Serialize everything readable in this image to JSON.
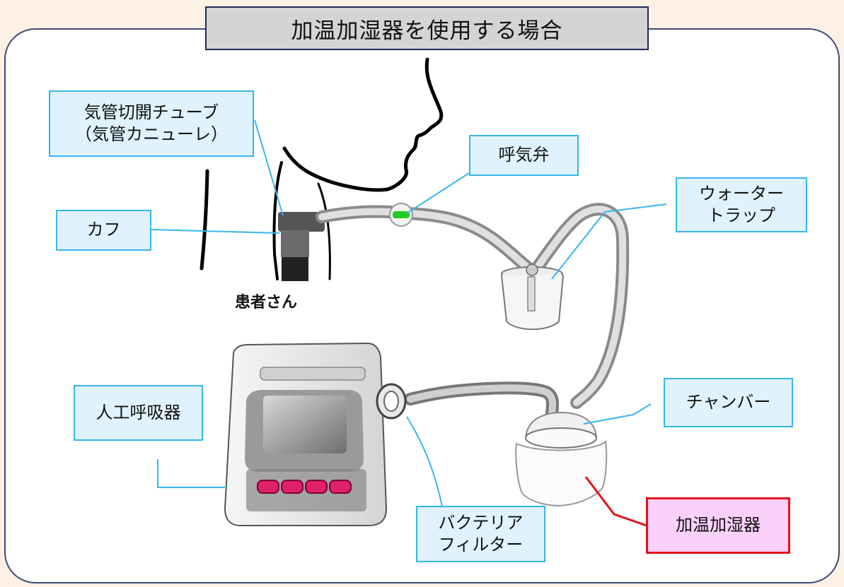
{
  "title": "加温加湿器を使用する場合",
  "labels": {
    "tracheostomy_tube_line1": "気管切開チューブ",
    "tracheostomy_tube_line2": "（気管カニューレ）",
    "cuff": "カフ",
    "patient": "患者さん",
    "expiratory_valve": "呼気弁",
    "water_trap_line1": "ウォーター",
    "water_trap_line2": "トラップ",
    "ventilator": "人工呼吸器",
    "chamber": "チャンバー",
    "bacteria_filter_line1": "バクテリア",
    "bacteria_filter_line2": "フィルター",
    "humidifier": "加温加湿器"
  },
  "colors": {
    "background": "#fdf1e6",
    "panel_border": "#3d4a73",
    "title_bg": "#d4d4d4",
    "label_bg": "#dff2fd",
    "label_border": "#38b6ec",
    "humidifier_label_bg": "#fbd0fb",
    "humidifier_label_border": "#e3121a",
    "valve_green": "#22cc22",
    "button_pink": "#e0206a"
  },
  "icons": [
    "patient-profile-icon",
    "ventilator-icon",
    "bacteria-filter-icon",
    "expiratory-valve-icon",
    "water-trap-icon",
    "humidifier-icon"
  ]
}
